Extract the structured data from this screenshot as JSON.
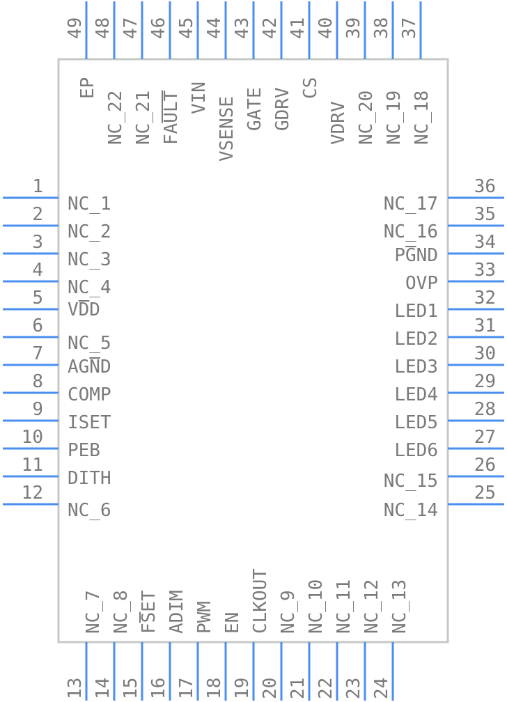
{
  "component": {
    "body_color": "#c8c8c8",
    "pin_color": "#4a8ff0",
    "text_color": "#7a7a7a"
  },
  "pins": {
    "left": [
      {
        "num": "1",
        "name": "NC_1"
      },
      {
        "num": "2",
        "name": "NC_2"
      },
      {
        "num": "3",
        "name": "NC_3"
      },
      {
        "num": "4",
        "name": "NC_4"
      },
      {
        "num": "5",
        "name": "VDD",
        "overbar": "D"
      },
      {
        "num": "6",
        "name": "NC_5"
      },
      {
        "num": "7",
        "name": "AGND",
        "overbar": "N"
      },
      {
        "num": "8",
        "name": "COMP"
      },
      {
        "num": "9",
        "name": "ISET"
      },
      {
        "num": "10",
        "name": "PEB"
      },
      {
        "num": "11",
        "name": "DITH"
      },
      {
        "num": "12",
        "name": "NC_6"
      }
    ],
    "right": [
      {
        "num": "36",
        "name": "NC_17"
      },
      {
        "num": "35",
        "name": "NC_16"
      },
      {
        "num": "34",
        "name": "PGND",
        "overbar": "G"
      },
      {
        "num": "33",
        "name": "OVP"
      },
      {
        "num": "32",
        "name": "LED1"
      },
      {
        "num": "31",
        "name": "LED2"
      },
      {
        "num": "30",
        "name": "LED3"
      },
      {
        "num": "29",
        "name": "LED4"
      },
      {
        "num": "28",
        "name": "LED5"
      },
      {
        "num": "27",
        "name": "LED6"
      },
      {
        "num": "26",
        "name": "NC_15"
      },
      {
        "num": "25",
        "name": "NC_14"
      }
    ],
    "bottom": [
      {
        "num": "13",
        "name": "NC_7"
      },
      {
        "num": "14",
        "name": "NC_8"
      },
      {
        "num": "15",
        "name": "FSET",
        "overbar": "S"
      },
      {
        "num": "16",
        "name": "ADIM"
      },
      {
        "num": "17",
        "name": "PWM"
      },
      {
        "num": "18",
        "name": "EN"
      },
      {
        "num": "19",
        "name": "CLKOUT"
      },
      {
        "num": "20",
        "name": "NC_9"
      },
      {
        "num": "21",
        "name": "NC_10"
      },
      {
        "num": "22",
        "name": "NC_11"
      },
      {
        "num": "23",
        "name": "NC_12"
      },
      {
        "num": "24",
        "name": "NC_13"
      }
    ],
    "top": [
      {
        "num": "49",
        "name": "EP"
      },
      {
        "num": "48",
        "name": "NC_22"
      },
      {
        "num": "47",
        "name": "NC_21"
      },
      {
        "num": "46",
        "name": "FAULT",
        "overbar": "ULT"
      },
      {
        "num": "45",
        "name": "VIN"
      },
      {
        "num": "44",
        "name": "VSENSE"
      },
      {
        "num": "43",
        "name": "GATE"
      },
      {
        "num": "42",
        "name": "GDRV"
      },
      {
        "num": "41",
        "name": "CS"
      },
      {
        "num": "40",
        "name": "VDRV"
      },
      {
        "num": "39",
        "name": "NC_20"
      },
      {
        "num": "38",
        "name": "NC_19"
      },
      {
        "num": "37",
        "name": "NC_18"
      }
    ]
  }
}
